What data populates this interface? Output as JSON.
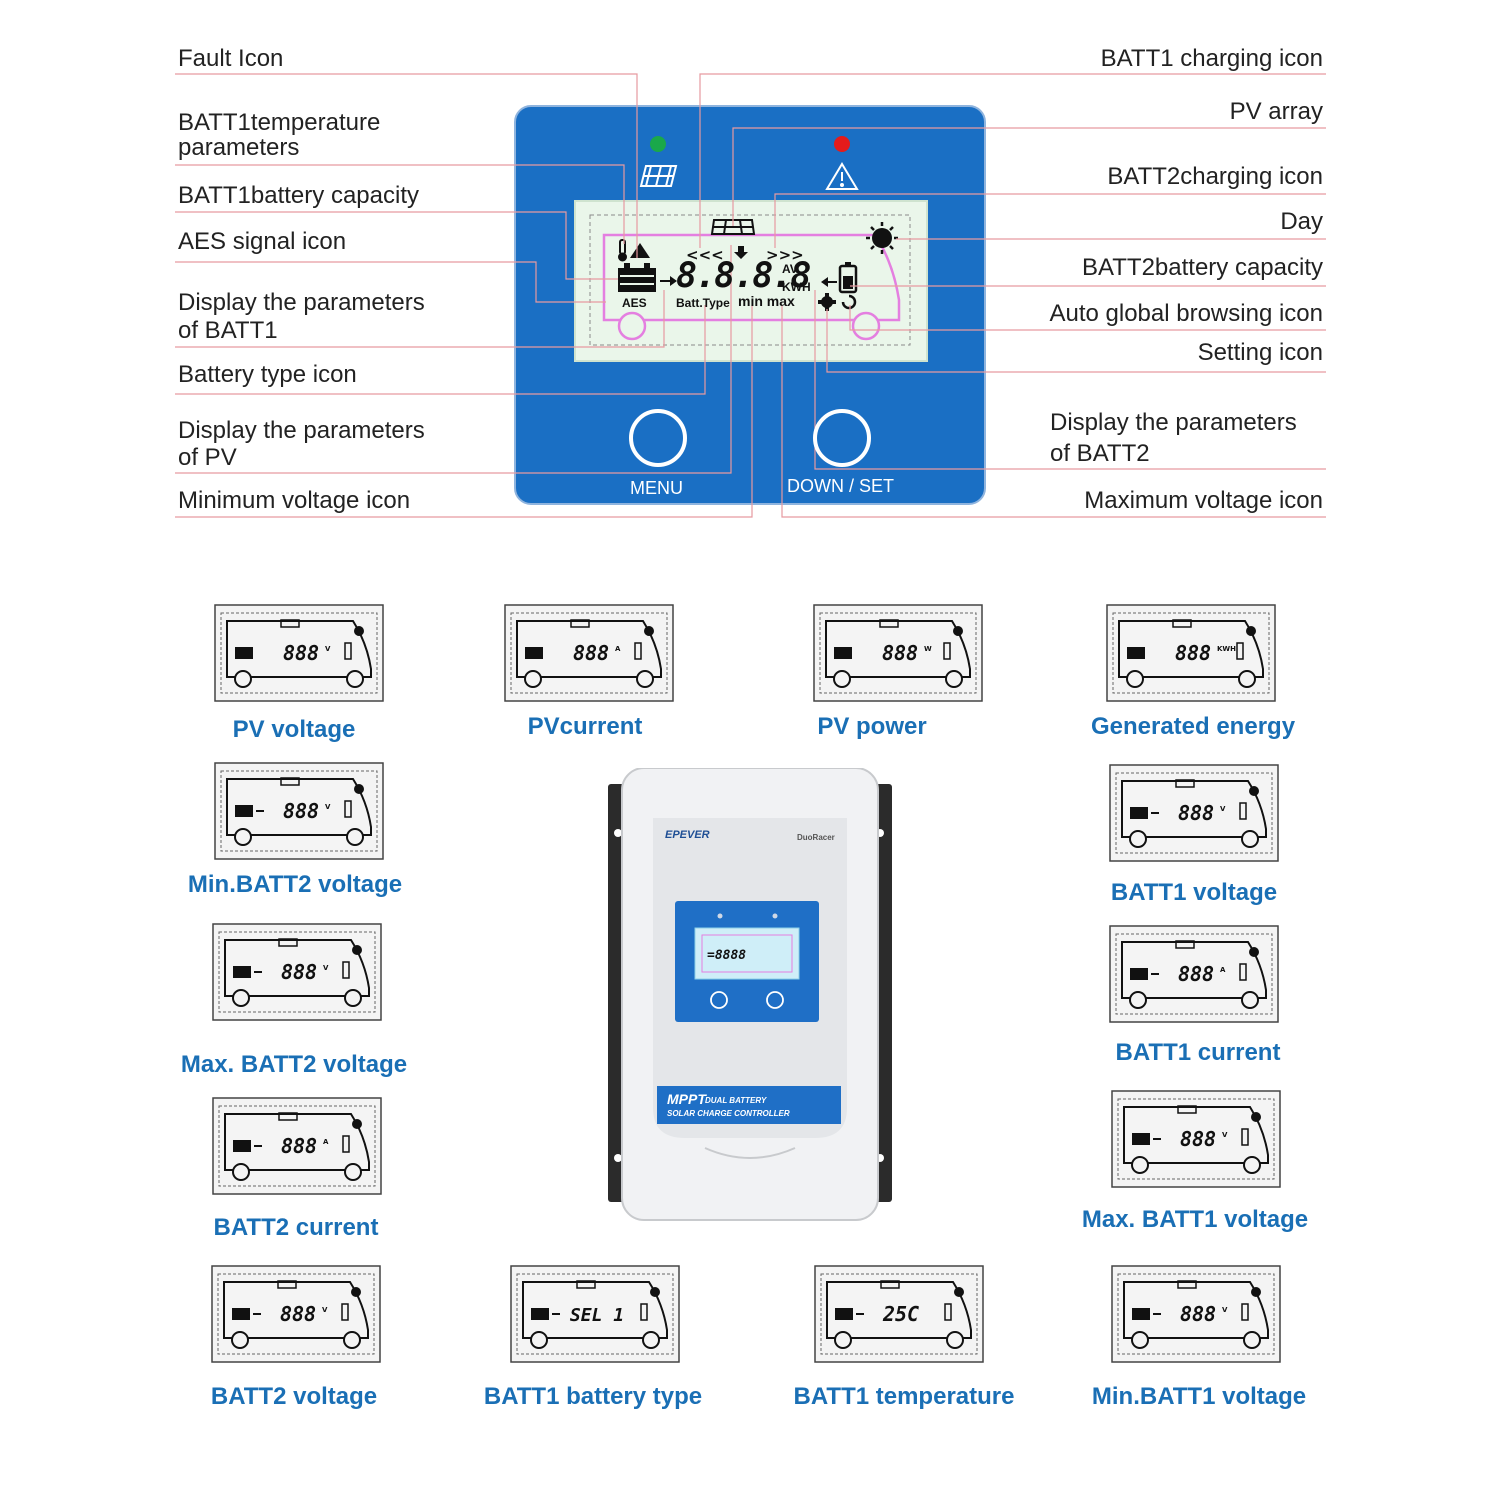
{
  "callouts_left": [
    "Fault Icon",
    "BATT1temperature\nparameters",
    "BATT1battery capacity",
    "AES signal icon",
    "Display the parameters\nof BATT1",
    "Battery type icon",
    "Display the parameters\nof PV",
    "Minimum voltage icon"
  ],
  "callouts_right": [
    "BATT1 charging icon",
    "PV array",
    "BATT2charging icon",
    "Day",
    "BATT2battery capacity",
    "Auto global browsing icon",
    "Setting icon",
    "Display the parameters\nof BATT2",
    "Maximum voltage icon"
  ],
  "panel": {
    "menu_label": "MENU",
    "down_set_label": "DOWN / SET",
    "lcd_digits": "8.8.8.8",
    "unit_av": "AV",
    "unit_kwh": "KWH",
    "aes": "AES",
    "batt_type": "Batt.Type",
    "min_max": "min max",
    "status_led_pv": "#1aa84a",
    "status_led_fault": "#e41b1b",
    "panel_color": "#1a6fc4"
  },
  "modes": [
    {
      "label": "PV voltage",
      "display": "888",
      "unit": "V"
    },
    {
      "label": "PVcurrent",
      "display": "888",
      "unit": "A"
    },
    {
      "label": "PV power",
      "display": "888",
      "unit": "W"
    },
    {
      "label": "Generated energy",
      "display": "888",
      "unit": "KWH"
    },
    {
      "label": "Min.BATT2 voltage",
      "display": "888",
      "unit": "V"
    },
    {
      "label": "BATT1 voltage",
      "display": "888",
      "unit": "V"
    },
    {
      "label": "Max. BATT2 voltage",
      "display": "888",
      "unit": "V"
    },
    {
      "label": "BATT1 current",
      "display": "888",
      "unit": "A"
    },
    {
      "label": "BATT2 current",
      "display": "888",
      "unit": "A"
    },
    {
      "label": "Max. BATT1 voltage",
      "display": "888",
      "unit": "V"
    },
    {
      "label": "BATT2 voltage",
      "display": "888",
      "unit": "V"
    },
    {
      "label": "BATT1 battery type",
      "display": "SEL 1",
      "unit": ""
    },
    {
      "label": "BATT1 temperature",
      "display": "25C",
      "unit": ""
    },
    {
      "label": "Min.BATT1 voltage",
      "display": "888",
      "unit": "V"
    }
  ],
  "device": {
    "brand": "EPEVER",
    "model": "DuoRacer",
    "band_title": "MPPT",
    "band_sub1": "DUAL BATTERY",
    "band_sub2": "SOLAR CHARGE CONTROLLER"
  }
}
